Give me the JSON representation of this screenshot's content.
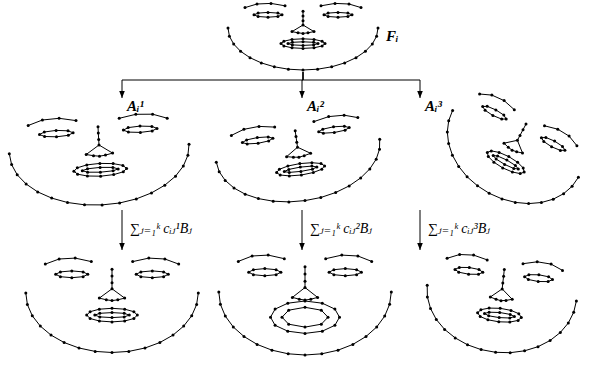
{
  "diagram": {
    "nodes": [
      {
        "text": [
          "Fᵢ"
        ]
      },
      {
        "text": [
          "Aᵢ¹"
        ]
      },
      {
        "text": [
          "Aᵢ²"
        ]
      },
      {
        "text": [
          "Aᵢ³"
        ]
      }
    ],
    "edges": [
      {
        "from": 0,
        "to": 1,
        "arrow": "to"
      },
      {
        "from": 0,
        "to": 2,
        "arrow": "to"
      },
      {
        "from": 0,
        "to": 3,
        "arrow": "to"
      }
    ],
    "labels": [
      "∑ⱼ₌₁ᵏ cᵢⱼ¹Bⱼ",
      "∑ⱼ₌₁ᵏ cᵢⱼ²Bⱼ",
      "∑ⱼ₌₁ᵏ cᵢⱼ³Bⱼ"
    ]
  }
}
